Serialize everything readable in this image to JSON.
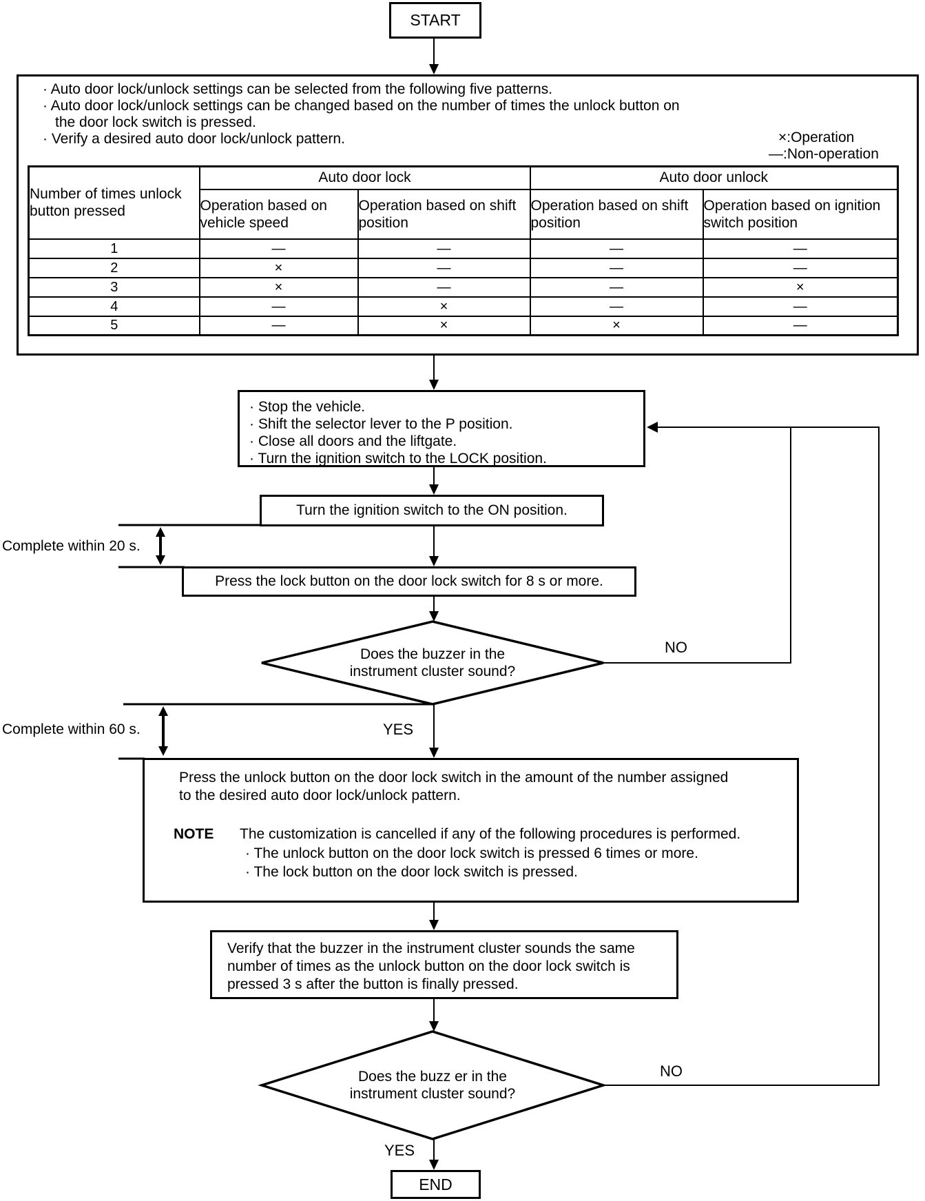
{
  "start_label": "START",
  "end_label": "END",
  "intro": {
    "bullets": [
      "· Auto door lock/unlock settings can be selected from the following five patterns.",
      "· Auto door lock/unlock settings can be changed based on the number of times the unlock button on",
      "the door lock switch is pressed.",
      "· Verify a desired auto door lock/unlock pattern."
    ],
    "legend": {
      "operation": "×:Operation",
      "non_operation": "—:Non-operation"
    }
  },
  "table": {
    "row_header": "Number of times unlock button pressed",
    "groups": [
      "Auto door lock",
      "Auto door unlock"
    ],
    "columns": [
      "Operation based on vehicle speed",
      "Operation based on shift position",
      "Operation based on shift position",
      "Operation based on ignition switch position"
    ],
    "rows": [
      {
        "presses": "1",
        "cells": [
          "—",
          "—",
          "—",
          "—"
        ]
      },
      {
        "presses": "2",
        "cells": [
          "×",
          "—",
          "—",
          "—"
        ]
      },
      {
        "presses": "3",
        "cells": [
          "×",
          "—",
          "—",
          "×"
        ]
      },
      {
        "presses": "4",
        "cells": [
          "—",
          "×",
          "—",
          "—"
        ]
      },
      {
        "presses": "5",
        "cells": [
          "—",
          "×",
          "×",
          "—"
        ]
      }
    ]
  },
  "steps": {
    "prepare": {
      "lines": [
        "· Stop the vehicle.",
        "· Shift the selector lever to the P position.",
        "· Close all doors and the liftgate.",
        "· Turn the ignition switch to the LOCK position."
      ]
    },
    "ignition_on": "Turn the ignition switch to the ON position.",
    "press_lock": "Press the lock button on the door lock switch for 8 s or more.",
    "decision1": {
      "line1": "Does the buzzer in the",
      "line2": "instrument cluster sound?"
    },
    "press_unlock": {
      "lines": [
        "Press the unlock button on the door lock switch in the amount of the number assigned",
        "to the desired auto door lock/unlock pattern."
      ],
      "note_label": "NOTE",
      "note_text": "The customization is cancelled if any of the following procedures is performed.",
      "note_bullets": [
        "· The unlock button on the door lock switch is pressed 6 times or more.",
        "· The lock button on the door lock switch is pressed."
      ]
    },
    "verify": {
      "lines": [
        "Verify that the buzzer in the instrument cluster sounds the same",
        "number of times as the unlock button on the door lock switch is",
        "pressed 3 s after the button is finally pressed."
      ]
    },
    "decision2": {
      "line1": "Does the buzz er in the",
      "line2": "instrument cluster sound?"
    }
  },
  "labels": {
    "complete_20": "Complete within 20 s.",
    "complete_60": "Complete within 60 s.",
    "yes1": "YES",
    "no1": "NO",
    "yes2": "YES",
    "no2": "NO"
  }
}
